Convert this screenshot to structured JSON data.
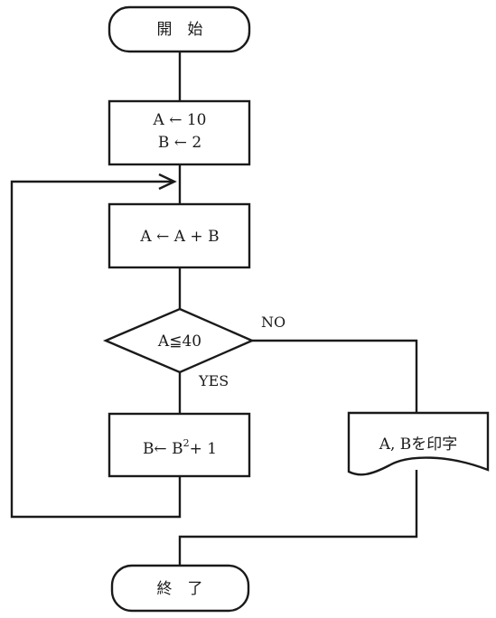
{
  "flowchart": {
    "start": {
      "label": "開　始"
    },
    "init": {
      "line1": "A ← 10",
      "line2": "B ← 2"
    },
    "add": {
      "label": "A ← A + B"
    },
    "decision": {
      "label": "A≦40",
      "yes_label": "YES",
      "no_label": "NO"
    },
    "square": {
      "prefix": "B← B",
      "superscript": "2",
      "suffix": "+ 1"
    },
    "output": {
      "label": "A, Bを印字"
    },
    "end": {
      "label": "終　了"
    }
  }
}
